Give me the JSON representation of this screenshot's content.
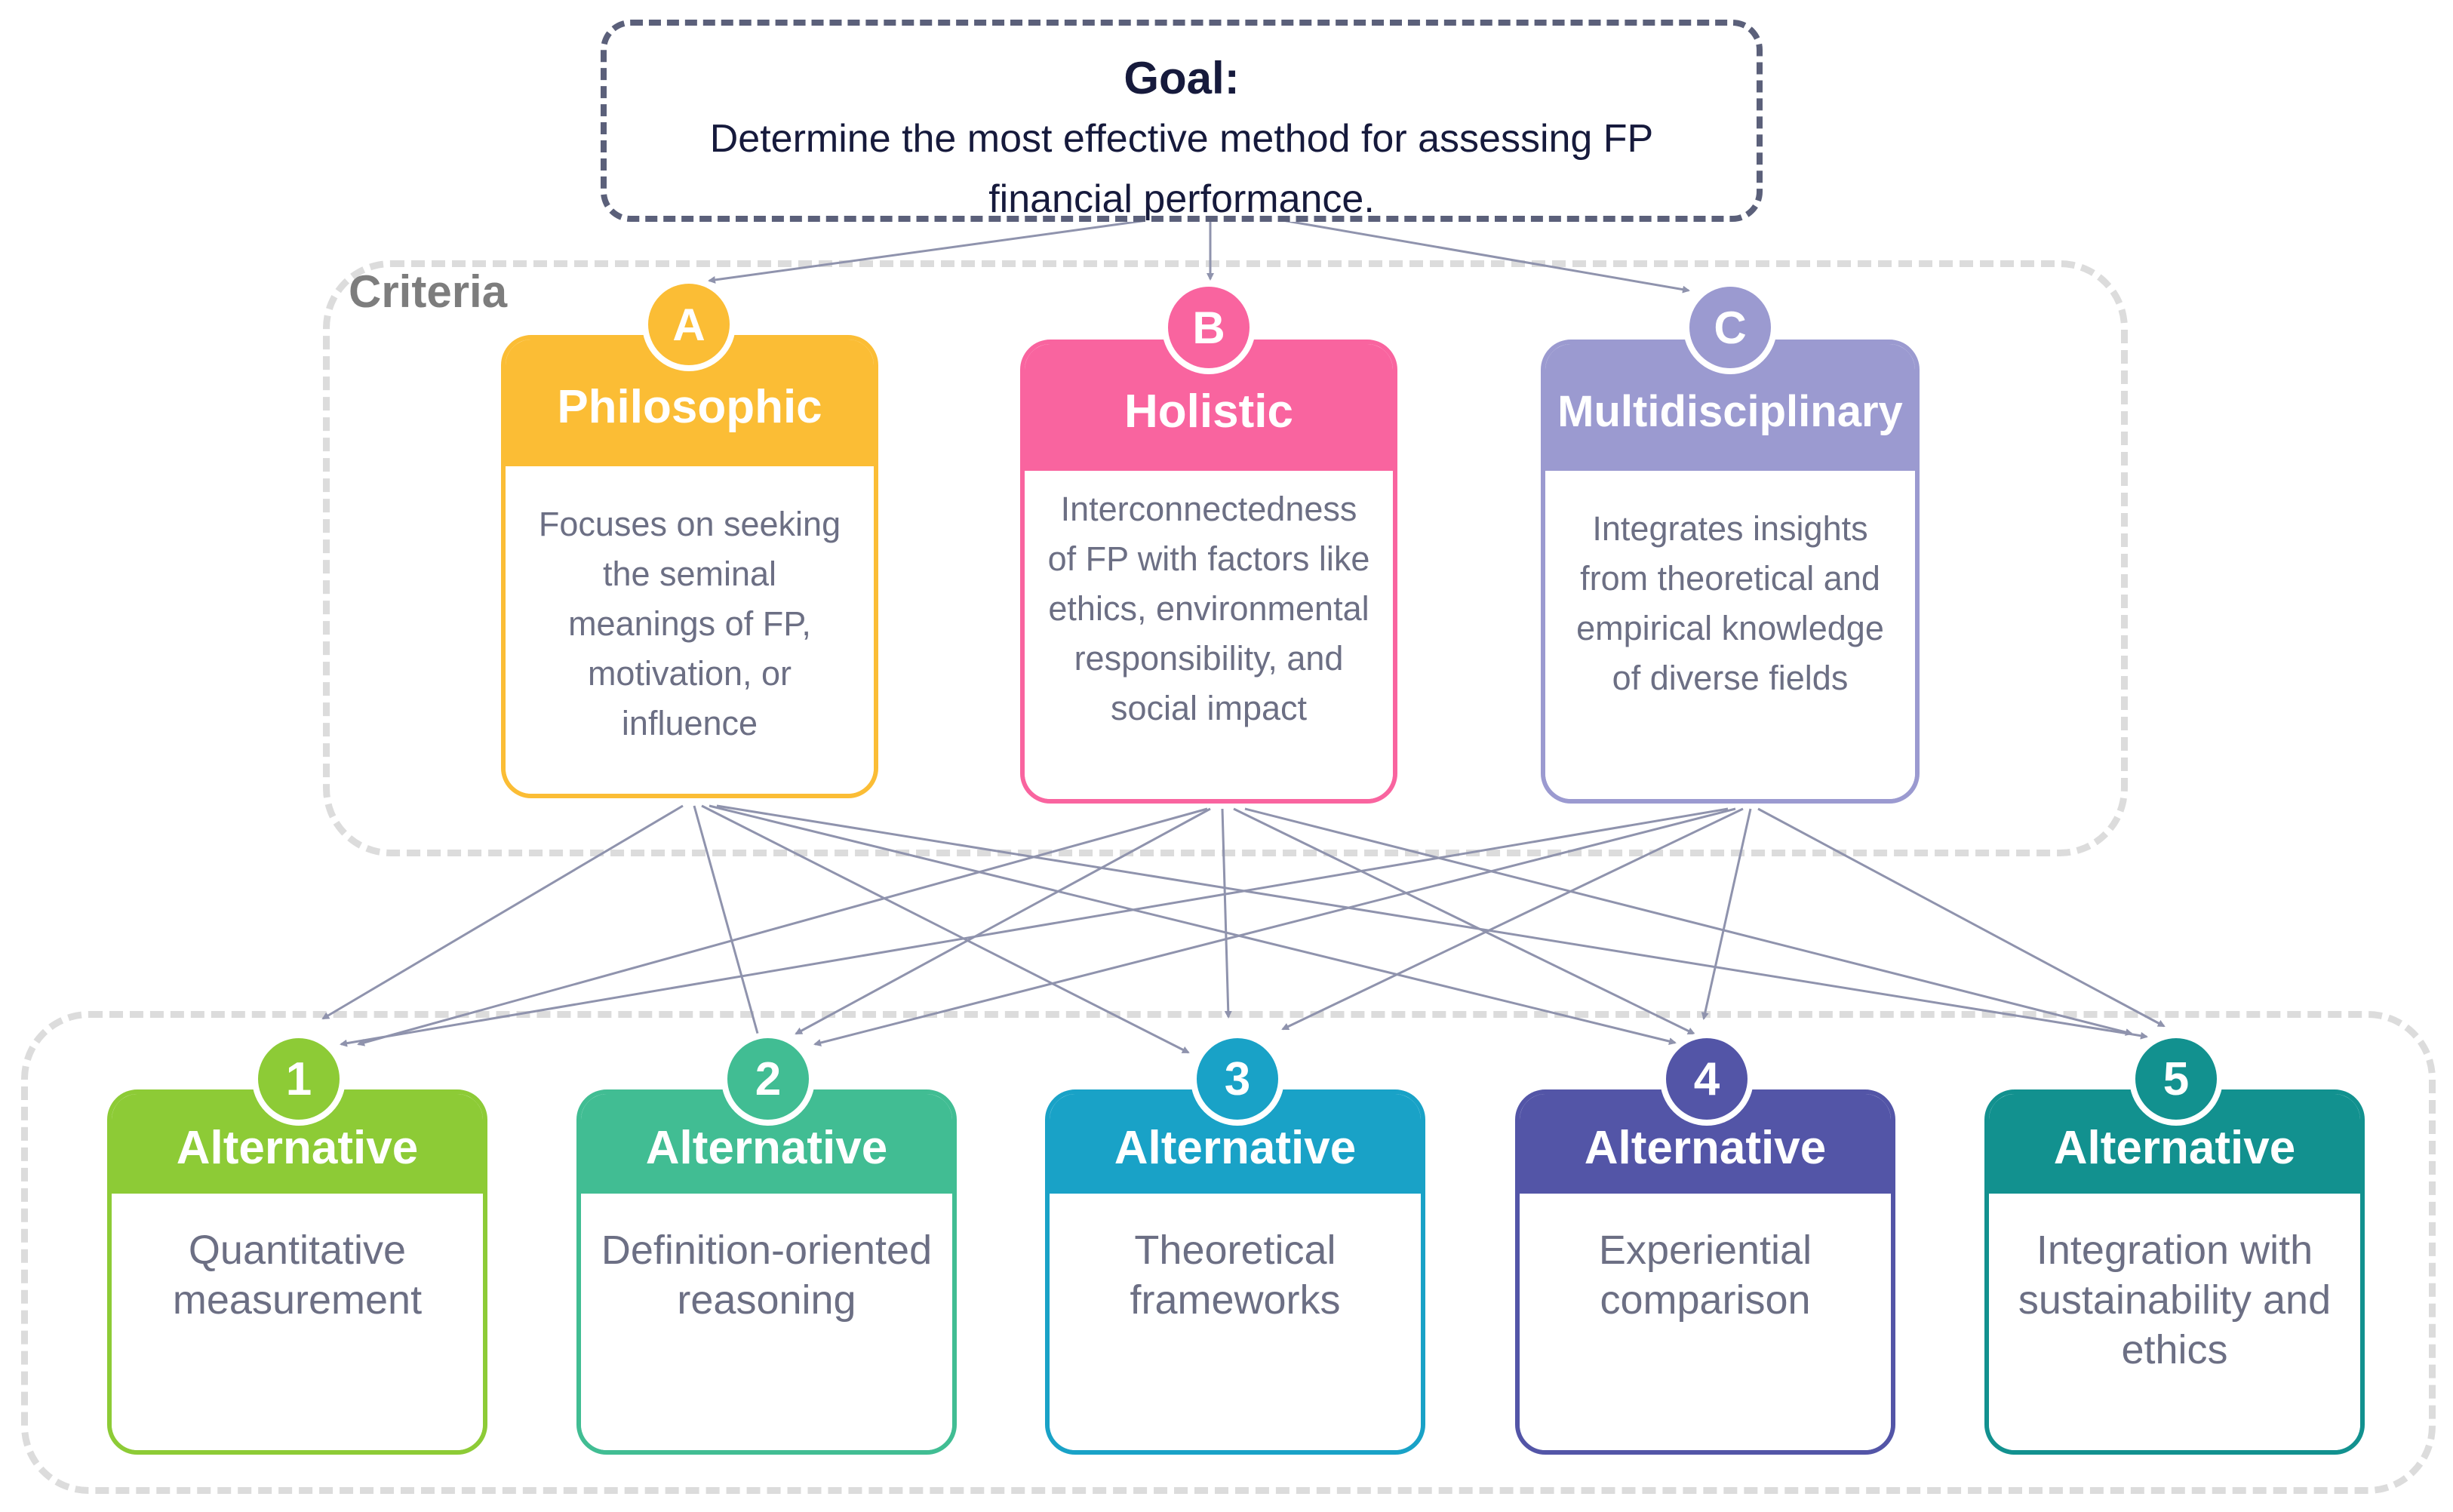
{
  "goal": {
    "title": "Goal:",
    "text": "Determine the most effective method for assessing FP financial performance."
  },
  "criteria_label": "Criteria",
  "criteria": [
    {
      "badge": "A",
      "title": "Philosophic",
      "description": "Focuses on seeking the seminal meanings of FP, motivation, or influence",
      "color": "#fbbd35"
    },
    {
      "badge": "B",
      "title": "Holistic",
      "description": "Interconnectedness of FP with factors like ethics, environmental responsibility, and social impact",
      "color": "#f9649f"
    },
    {
      "badge": "C",
      "title": "Multidisciplinary",
      "description": "Integrates insights from theoretical and empirical knowledge of diverse fields",
      "color": "#9b9ad0"
    }
  ],
  "alternatives": [
    {
      "badge": "1",
      "title": "Alternative",
      "description": "Quantitative measurement",
      "color": "#8dcb36"
    },
    {
      "badge": "2",
      "title": "Alternative",
      "description": "Definition-oriented reasoning",
      "color": "#41bd93"
    },
    {
      "badge": "3",
      "title": "Alternative",
      "description": "Theoretical frameworks",
      "color": "#19a2c7"
    },
    {
      "badge": "4",
      "title": "Alternative",
      "description": "Experiential comparison",
      "color": "#5355a7"
    },
    {
      "badge": "5",
      "title": "Alternative",
      "description": "Integration with sustainability and ethics",
      "color": "#12918f"
    }
  ],
  "colors": {
    "arrow": "#8f93ad",
    "goal_border": "#5b607a",
    "frame_border": "#dcdcdc"
  }
}
